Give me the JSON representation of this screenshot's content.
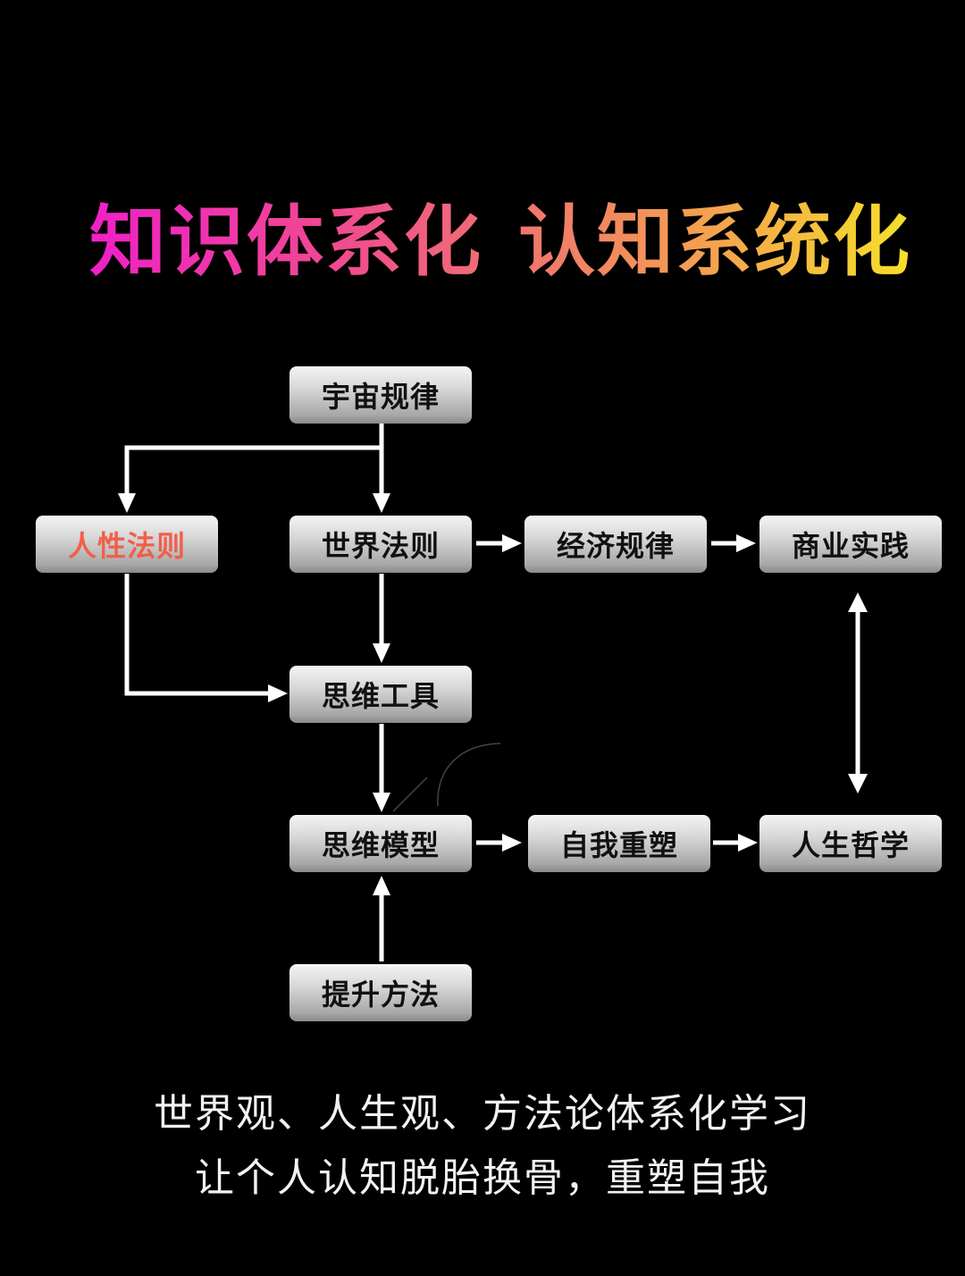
{
  "title": {
    "part1": "知识体系化",
    "part2": "认知系统化",
    "gradient_colors": [
      "#f020c8",
      "#f07a6a",
      "#f5e02a"
    ]
  },
  "nodes": {
    "universe_laws": "宇宙规律",
    "human_nature_laws": "人性法则",
    "world_laws": "世界法则",
    "economic_laws": "经济规律",
    "business_practice": "商业实践",
    "thinking_tools": "思维工具",
    "mental_models": "思维模型",
    "self_reshaping": "自我重塑",
    "life_philosophy": "人生哲学",
    "improvement_methods": "提升方法"
  },
  "node_colors": {
    "default_text": "#111111",
    "highlight_text": "#f0604a"
  },
  "edges": [
    {
      "from": "宇宙规律",
      "to": "人性法则"
    },
    {
      "from": "宇宙规律",
      "to": "世界法则"
    },
    {
      "from": "世界法则",
      "to": "经济规律"
    },
    {
      "from": "经济规律",
      "to": "商业实践"
    },
    {
      "from": "世界法则",
      "to": "思维工具"
    },
    {
      "from": "人性法则",
      "to": "思维工具"
    },
    {
      "from": "思维工具",
      "to": "思维模型"
    },
    {
      "from": "提升方法",
      "to": "思维模型"
    },
    {
      "from": "思维模型",
      "to": "自我重塑"
    },
    {
      "from": "自我重塑",
      "to": "人生哲学"
    },
    {
      "from": "商业实践",
      "to": "人生哲学",
      "bidirectional": true
    }
  ],
  "footer": {
    "line1": "世界观、人生观、方法论体系化学习",
    "line2": "让个人认知脱胎换骨，重塑自我"
  }
}
